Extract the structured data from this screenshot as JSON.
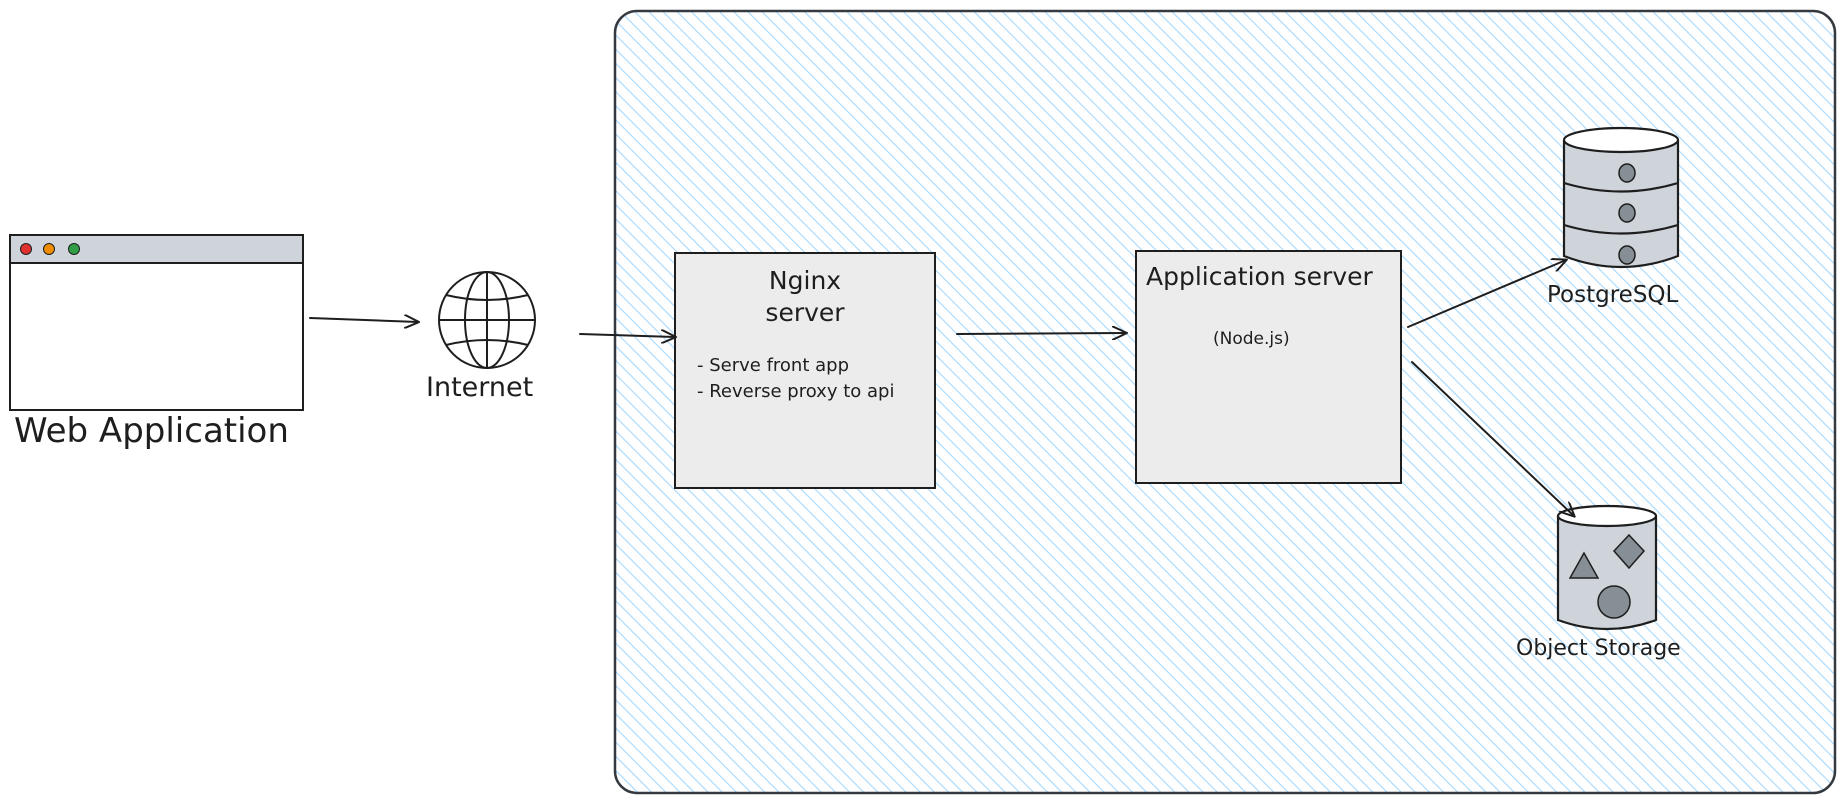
{
  "client": {
    "label": "Web Application",
    "dot_colors": [
      "#e03131",
      "#f08c00",
      "#2f9e44"
    ]
  },
  "internet": {
    "label": "Internet",
    "icon": "globe-icon"
  },
  "nginx": {
    "title_line1": "Nginx",
    "title_line2": "server",
    "bullets": [
      "- Serve front app",
      "- Reverse proxy to api"
    ]
  },
  "app_server": {
    "title": "Application server",
    "subtitle": "(Node.js)"
  },
  "postgres": {
    "label": "PostgreSQL",
    "icon": "database-icon"
  },
  "object_storage": {
    "label": "Object Storage",
    "icon": "object-storage-icon"
  },
  "colors": {
    "hatch": "#a5d8ff",
    "stroke": "#1e1e1e",
    "box_fill": "#ececec",
    "icon_fill": "#ced4da",
    "icon_shape": "#868e96"
  }
}
